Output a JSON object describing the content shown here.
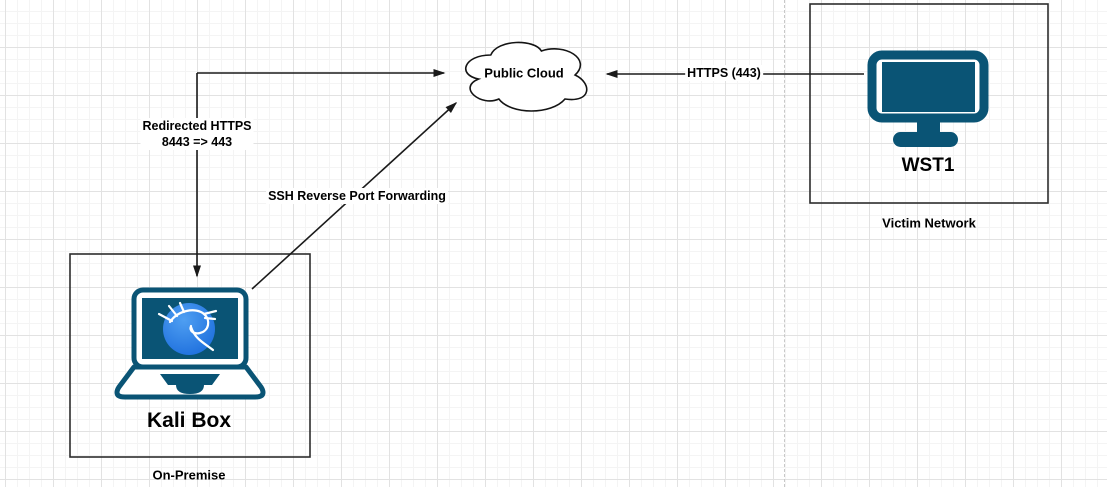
{
  "nodes": {
    "public_cloud": {
      "label": "Public Cloud"
    },
    "kali_box": {
      "label": "Kali Box"
    },
    "wst1": {
      "label": "WST1"
    }
  },
  "groups": {
    "on_premise": {
      "label": "On-Premise"
    },
    "victim_network": {
      "label": "Victim Network"
    }
  },
  "edges": {
    "redirected_https": {
      "label_line1": "Redirected HTTPS",
      "label_line2": "8443 => 443"
    },
    "ssh_reverse": {
      "label": "SSH Reverse Port Forwarding"
    },
    "https_443": {
      "label": "HTTPS (443)"
    }
  },
  "colors": {
    "icon_teal": "#0a5475",
    "kali_blue_light": "#4f9ff2",
    "kali_blue_dark": "#1e6fdd",
    "edge_stroke": "#1a1a1a",
    "group_stroke": "#2d2d2d",
    "grid_minor": "#f4f4f4",
    "grid_major": "#e2e2e2",
    "page_guide": "#c8c8c8"
  }
}
